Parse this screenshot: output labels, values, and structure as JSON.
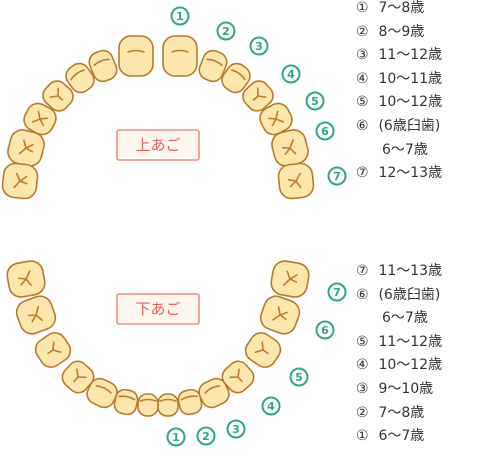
{
  "upper": {
    "jaw_label": "上あご",
    "tooth_numbers": [
      "1",
      "2",
      "3",
      "4",
      "5",
      "6",
      "7"
    ],
    "legend": [
      {
        "num": "①",
        "text": "7〜8歳"
      },
      {
        "num": "②",
        "text": "8〜9歳"
      },
      {
        "num": "③",
        "text": "11〜12歳"
      },
      {
        "num": "④",
        "text": "10〜11歳"
      },
      {
        "num": "⑤",
        "text": "10〜12歳"
      },
      {
        "num": "⑥",
        "text": "(6歳臼歯)"
      },
      {
        "num": "",
        "text": "6〜7歳"
      },
      {
        "num": "⑦",
        "text": "12〜13歳"
      }
    ]
  },
  "lower": {
    "jaw_label": "下あご",
    "tooth_numbers": [
      "1",
      "2",
      "3",
      "4",
      "5",
      "6",
      "7"
    ],
    "legend": [
      {
        "num": "⑦",
        "text": "11〜13歳"
      },
      {
        "num": "⑥",
        "text": "(6歳臼歯)"
      },
      {
        "num": "",
        "text": "6〜7歳"
      },
      {
        "num": "⑤",
        "text": "11〜12歳"
      },
      {
        "num": "④",
        "text": "10〜12歳"
      },
      {
        "num": "③",
        "text": "9〜10歳"
      },
      {
        "num": "②",
        "text": "7〜8歳"
      },
      {
        "num": "①",
        "text": "6〜7歳"
      }
    ]
  },
  "colors": {
    "tooth_fill": "#fde7ac",
    "tooth_outline": "#b87a2c",
    "number_accent": "#2aaa7f",
    "jaw_label_accent": "#e8615a"
  }
}
